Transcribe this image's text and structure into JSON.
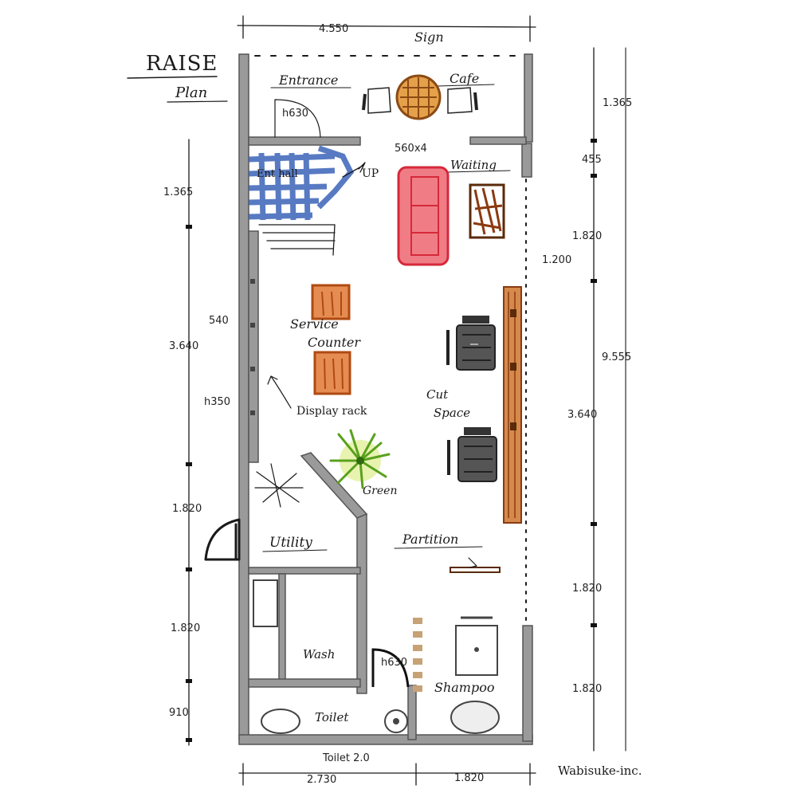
{
  "plan": {
    "title": "RAISE",
    "subtitle": "Plan",
    "credit": "Wabisuke-inc.",
    "rooms": {
      "entrance": "Entrance",
      "cafe": "Cafe",
      "sign": "Sign",
      "ent_hall": "Ent hall",
      "up": "UP",
      "waiting": "Waiting",
      "service_counter_1": "Service",
      "service_counter_2": "Counter",
      "cut_space_1": "Cut",
      "cut_space_2": "Space",
      "display_rack": "Display rack",
      "green": "Green",
      "utility": "Utility",
      "partition": "Partition",
      "wash": "Wash",
      "toilet": "Toilet",
      "shampoo": "Shampoo"
    },
    "dimensions": {
      "top_width": "4.550",
      "bottom_left": "2.730",
      "bottom_right": "1.820",
      "left_1": "1.365",
      "left_2": "3.640",
      "left_3": "1.820",
      "left_4": "1.820",
      "left_5": "910",
      "right_1": "1.365",
      "right_2": "455",
      "right_3": "1.820",
      "right_total": "9.555",
      "right_4": "3.640",
      "right_5": "1.820",
      "right_6": "1.820",
      "note_1": "h630",
      "note_2": "h630",
      "note_3": "540",
      "note_4": "h350",
      "note_5": "1.200",
      "note_6": "560x4",
      "note_7": "Toilet 2.0"
    },
    "colors": {
      "ent_hall_blue": "#3a63b8",
      "sofa_red": "#e8505a",
      "cafe_orange": "#d9822b",
      "counter_orange": "#d4682a",
      "waiting_brown": "#8b3a10",
      "partition_wood": "#b05a1e",
      "chair_gray": "#4a4a4a",
      "plant_green": "#6fc02b",
      "wall_gray": "#9a9a9a"
    }
  }
}
